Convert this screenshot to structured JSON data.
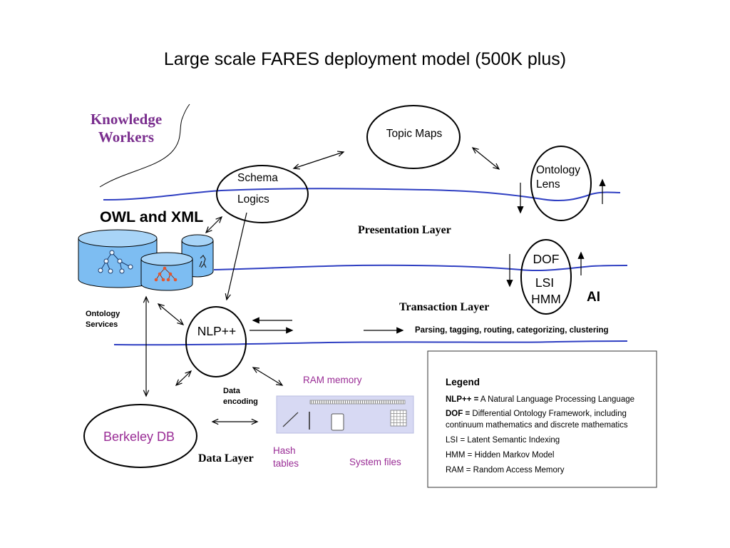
{
  "title": "Large scale FARES deployment model (500K plus)",
  "knowledge_workers": {
    "line1": "Knowledge",
    "line2": "Workers"
  },
  "presentation": {
    "topic_maps": "Topic Maps",
    "schema": "Schema",
    "logics": "Logics",
    "ontology_lens": {
      "line1": "Ontology",
      "line2": "Lens"
    },
    "owl_xml": "OWL and XML",
    "layer_label": "Presentation Layer"
  },
  "transaction": {
    "dof": "DOF",
    "lsi": "LSI",
    "hmm": "HMM",
    "ai": "AI",
    "ontology_services": {
      "line1": "Ontology",
      "line2": "Services"
    },
    "nlp": "NLP++",
    "parsing": "Parsing, tagging, routing, categorizing, clustering",
    "layer_label": "Transaction Layer"
  },
  "data_layer": {
    "data_encoding": {
      "line1": "Data",
      "line2": "encoding"
    },
    "ram_memory": "RAM memory",
    "berkeley_db": "Berkeley DB",
    "hash_tables": {
      "line1": "Hash",
      "line2": "tables"
    },
    "system_files": "System files",
    "layer_label": "Data Layer"
  },
  "legend": {
    "title": "Legend",
    "entries": [
      {
        "term": "NLP++ =",
        "definition": "A Natural Language Processing Language"
      },
      {
        "term": "DOF =",
        "definition": "Differential Ontology Framework, including",
        "definition_cont": "continuum mathematics and discrete mathematics"
      },
      {
        "term": "LSI =",
        "definition": "Latent Semantic Indexing"
      },
      {
        "term": "HMM =",
        "definition": "Hidden Markov Model"
      },
      {
        "term": "RAM =",
        "definition": "Random Access Memory"
      }
    ]
  },
  "icons": {
    "owl_xml_stores": "database-cylinder-icon",
    "ram_memory": "memory-module-icon"
  },
  "colors": {
    "layer_line": "#2f3fc2",
    "knowledge_workers_text": "#7a2e8e",
    "data_label_text": "#9a2d96",
    "cylinder_fill": "#7dbdf2",
    "ram_panel_fill": "#d7d9f3"
  }
}
